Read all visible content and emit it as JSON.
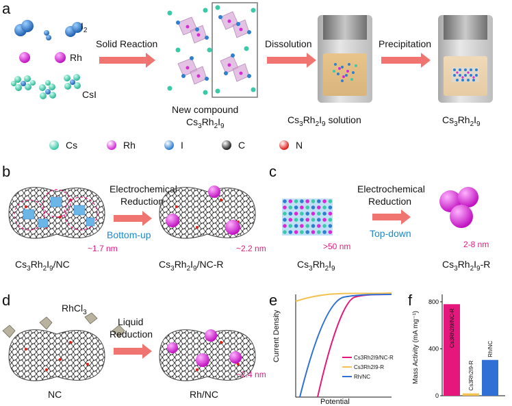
{
  "panel_a": {
    "letter": "a",
    "labels": {
      "i2": "I",
      "i2_sub": "2",
      "rh": "Rh",
      "csi": "CsI"
    },
    "step1": "Solid Reaction",
    "new_compound_line1": "New compound",
    "new_compound_line2": {
      "a": "Cs",
      "b": "3",
      "c": "Rh",
      "d": "2",
      "e": "I",
      "f": "9"
    },
    "step2": "Dissolution",
    "solution_label": {
      "a": "Cs",
      "b": "3",
      "c": "Rh",
      "d": "2",
      "e": "I",
      "f": "9",
      "g": " solution"
    },
    "step3": "Precipitation",
    "product_label": {
      "a": "Cs",
      "b": "3",
      "c": "Rh",
      "d": "2",
      "e": "I",
      "f": "9"
    }
  },
  "legend": [
    {
      "label": "Cs",
      "color": "#3cc9a8"
    },
    {
      "label": "Rh",
      "color": "#d62ad6"
    },
    {
      "label": "I",
      "color": "#2f7fd0"
    },
    {
      "label": "C",
      "color": "#222222"
    },
    {
      "label": "N",
      "color": "#e0201a"
    }
  ],
  "panel_b": {
    "letter": "b",
    "process_line1": "Electrochemical",
    "process_line2": "Reduction",
    "direction": "Bottom-up",
    "size_left": "~1.7 nm",
    "size_right": "~2.2 nm",
    "label_left": {
      "a": "Cs",
      "b": "3",
      "c": "Rh",
      "d": "2",
      "e": "I",
      "f": "9",
      "g": "/NC"
    },
    "label_right": {
      "a": "Cs",
      "b": "3",
      "c": "Rh",
      "d": "2",
      "e": "I",
      "f": "9",
      "g": "/NC-R"
    }
  },
  "panel_c": {
    "letter": "c",
    "process_line1": "Electrochemical",
    "process_line2": "Reduction",
    "direction": "Top-down",
    "size_left": ">50 nm",
    "size_right": "2-8 nm",
    "label_left": {
      "a": "Cs",
      "b": "3",
      "c": "Rh",
      "d": "2",
      "e": "I",
      "f": "9"
    },
    "label_right": {
      "a": "Cs",
      "b": "3",
      "c": "Rh",
      "d": "2",
      "e": "I",
      "f": "9",
      "g": "-R"
    }
  },
  "panel_d": {
    "letter": "d",
    "reagent": {
      "a": "RhCl",
      "b": "3"
    },
    "process_line1": "Liquid",
    "process_line2": "Reduction",
    "size_right": "~2.4 nm",
    "label_left": "NC",
    "label_right": "Rh/NC"
  },
  "panel_e": {
    "letter": "e",
    "xlabel": "Potential",
    "ylabel": "Current Density",
    "legend": [
      {
        "label": "Cs3Rh2I9/NC-R",
        "color": "#e5177d"
      },
      {
        "label": "Cs3Rh2I9-R",
        "color": "#f2c14e"
      },
      {
        "label": "Rh/NC",
        "color": "#2f6fd6"
      }
    ]
  },
  "panel_f": {
    "letter": "f",
    "ylabel": "Mass Activity (mA mg⁻¹)",
    "ticks": [
      "0",
      "400",
      "800"
    ],
    "bar_labels": [
      "Cs3Rh2I9/NC-R",
      "Cs3Rh2I9-R",
      "Rh/NC"
    ]
  },
  "chart_data": [
    {
      "type": "bar",
      "categories": [
        "Cs3Rh2I9/NC-R",
        "Cs3Rh2I9-R",
        "Rh/NC"
      ],
      "values": [
        780,
        20,
        305
      ],
      "colors": [
        "#e5177d",
        "#f2c14e",
        "#2f6fd6"
      ],
      "ylabel": "Mass Activity (mA mg⁻¹)",
      "ylim": [
        0,
        840
      ],
      "yticks": [
        0,
        400,
        800
      ]
    },
    {
      "type": "line",
      "xlabel": "Potential",
      "ylabel": "Current Density",
      "series": [
        {
          "name": "Cs3Rh2I9/NC-R",
          "color": "#e5177d"
        },
        {
          "name": "Cs3Rh2I9-R",
          "color": "#f2c14e"
        },
        {
          "name": "Rh/NC",
          "color": "#2f6fd6"
        }
      ]
    }
  ]
}
